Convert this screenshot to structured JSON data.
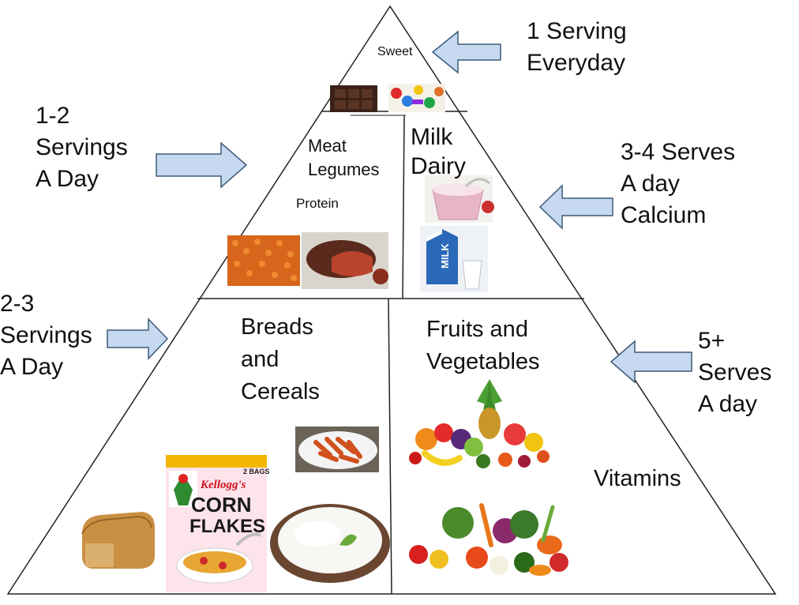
{
  "pyramid": {
    "sections": {
      "sweet": {
        "label": "Sweet"
      },
      "protein": {
        "lines": [
          "Meat",
          "Legumes"
        ],
        "sub": "Protein"
      },
      "dairy": {
        "lines": [
          "Milk",
          "Dairy"
        ]
      },
      "grains": {
        "lines": [
          "Breads",
          "and",
          "Cereals"
        ]
      },
      "produce": {
        "lines": [
          "Fruits and",
          "Vegetables"
        ],
        "note": "Vitamins"
      }
    },
    "packaging": {
      "cereal_box": {
        "brand": "Kellogg's",
        "product_lines": [
          "CORN",
          "FLAKES"
        ],
        "badge": "2 BAGS"
      },
      "milk_carton": {
        "label": "MILK"
      }
    }
  },
  "callouts": {
    "sweet": [
      "1 Serving",
      "Everyday"
    ],
    "protein": [
      "1-2",
      "Servings",
      "A Day"
    ],
    "dairy": [
      "3-4 Serves",
      "A day",
      "Calcium"
    ],
    "grains": [
      "2-3",
      "Servings",
      "A Day"
    ],
    "produce": [
      "5+",
      "Serves",
      "A day"
    ]
  },
  "colors": {
    "arrow_fill": "#c6d9f1",
    "arrow_stroke": "#3c5a78",
    "outline": "#222222"
  },
  "icons": [
    "chocolate-bar-icon",
    "candy-icon",
    "lentils-icon",
    "steak-icon",
    "yogurt-cup-icon",
    "milk-carton-icon",
    "milk-glass-icon",
    "bread-loaf-icon",
    "cornflakes-box-icon",
    "pasta-plate-icon",
    "rice-bowl-icon",
    "fruit-pile-icon",
    "vegetable-pile-icon"
  ]
}
